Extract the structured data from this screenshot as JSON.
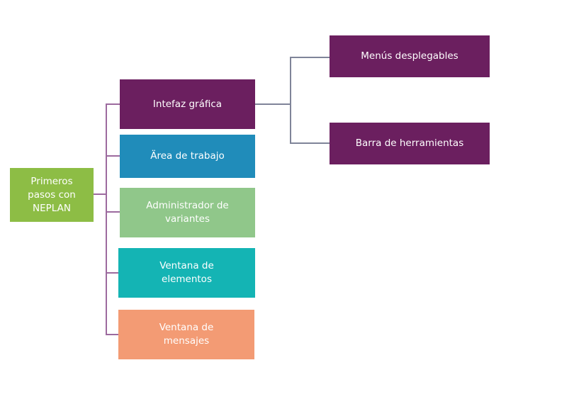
{
  "diagram": {
    "root": {
      "label": "Primeros pasos con NEPLAN",
      "color": "#8dbd45"
    },
    "children": [
      {
        "label": "Intefaz gráfica",
        "color": "#6b1f5f",
        "children": [
          {
            "label": "Menús desplegables",
            "color": "#6b1f5f"
          },
          {
            "label": "Barra de herramientas",
            "color": "#6b1f5f"
          }
        ]
      },
      {
        "label": "Ärea de trabajo",
        "color": "#208cba"
      },
      {
        "label": "Administrador de variantes",
        "color": "#90c78a"
      },
      {
        "label": "Ventana de elementos",
        "color": "#14b4b4"
      },
      {
        "label": "Ventana de mensajes",
        "color": "#f39b74"
      }
    ]
  }
}
